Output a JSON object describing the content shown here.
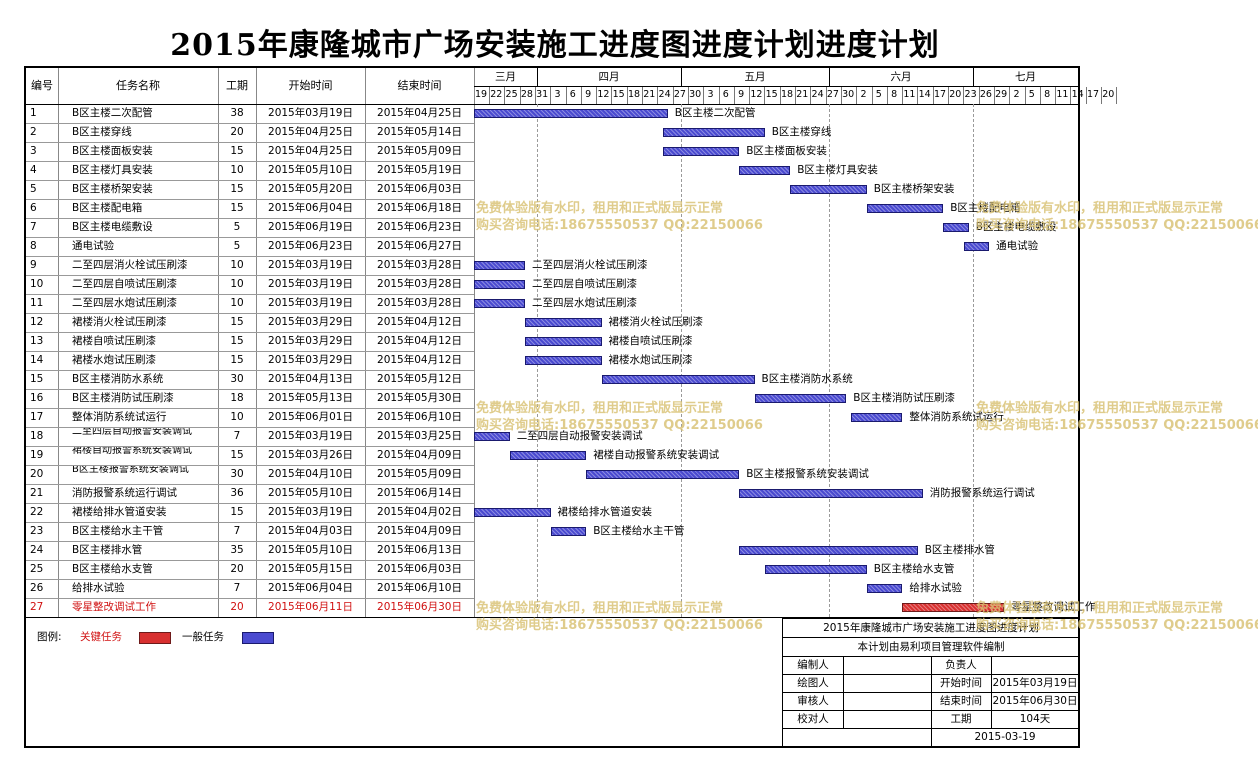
{
  "title": "2015年康隆城市广场安装施工进度图进度计划进度计划",
  "headers": {
    "id": "编号",
    "name": "任务名称",
    "dur": "工期",
    "start": "开始时间",
    "end": "结束时间"
  },
  "months": [
    "三月",
    "四月",
    "五月",
    "六月",
    "七月"
  ],
  "days": [
    "19",
    "22",
    "25",
    "28",
    "31",
    "3",
    "6",
    "9",
    "12",
    "15",
    "18",
    "21",
    "24",
    "27",
    "30",
    "3",
    "6",
    "9",
    "12",
    "15",
    "18",
    "21",
    "24",
    "27",
    "30",
    "2",
    "5",
    "8",
    "11",
    "14",
    "17",
    "20",
    "23",
    "26",
    "29",
    "2",
    "5",
    "8",
    "11",
    "14",
    "17",
    "20"
  ],
  "tasks": [
    {
      "id": "1",
      "name": "B区主楼二次配管",
      "dur": "38",
      "start": "2015年03月19日",
      "end": "2015年04月25日",
      "s": 0,
      "d": 38,
      "crit": false
    },
    {
      "id": "2",
      "name": "B区主楼穿线",
      "dur": "20",
      "start": "2015年04月25日",
      "end": "2015年05月14日",
      "s": 37,
      "d": 20,
      "crit": false
    },
    {
      "id": "3",
      "name": "B区主楼面板安装",
      "dur": "15",
      "start": "2015年04月25日",
      "end": "2015年05月09日",
      "s": 37,
      "d": 15,
      "crit": false
    },
    {
      "id": "4",
      "name": "B区主楼灯具安装",
      "dur": "10",
      "start": "2015年05月10日",
      "end": "2015年05月19日",
      "s": 52,
      "d": 10,
      "crit": false
    },
    {
      "id": "5",
      "name": "B区主楼桥架安装",
      "dur": "15",
      "start": "2015年05月20日",
      "end": "2015年06月03日",
      "s": 62,
      "d": 15,
      "crit": false
    },
    {
      "id": "6",
      "name": "B区主楼配电箱",
      "dur": "15",
      "start": "2015年06月04日",
      "end": "2015年06月18日",
      "s": 77,
      "d": 15,
      "crit": false
    },
    {
      "id": "7",
      "name": "B区主楼电缆敷设",
      "dur": "5",
      "start": "2015年06月19日",
      "end": "2015年06月23日",
      "s": 92,
      "d": 5,
      "crit": false
    },
    {
      "id": "8",
      "name": "通电试验",
      "dur": "5",
      "start": "2015年06月23日",
      "end": "2015年06月27日",
      "s": 96,
      "d": 5,
      "crit": false
    },
    {
      "id": "9",
      "name": "二至四层消火栓试压刷漆",
      "dur": "10",
      "start": "2015年03月19日",
      "end": "2015年03月28日",
      "s": 0,
      "d": 10,
      "crit": false
    },
    {
      "id": "10",
      "name": "二至四层自喷试压刷漆",
      "dur": "10",
      "start": "2015年03月19日",
      "end": "2015年03月28日",
      "s": 0,
      "d": 10,
      "crit": false
    },
    {
      "id": "11",
      "name": "二至四层水炮试压刷漆",
      "dur": "10",
      "start": "2015年03月19日",
      "end": "2015年03月28日",
      "s": 0,
      "d": 10,
      "crit": false
    },
    {
      "id": "12",
      "name": "裙楼消火栓试压刷漆",
      "dur": "15",
      "start": "2015年03月29日",
      "end": "2015年04月12日",
      "s": 10,
      "d": 15,
      "crit": false
    },
    {
      "id": "13",
      "name": "裙楼自喷试压刷漆",
      "dur": "15",
      "start": "2015年03月29日",
      "end": "2015年04月12日",
      "s": 10,
      "d": 15,
      "crit": false
    },
    {
      "id": "14",
      "name": "裙楼水炮试压刷漆",
      "dur": "15",
      "start": "2015年03月29日",
      "end": "2015年04月12日",
      "s": 10,
      "d": 15,
      "crit": false
    },
    {
      "id": "15",
      "name": "B区主楼消防水系统",
      "dur": "30",
      "start": "2015年04月13日",
      "end": "2015年05月12日",
      "s": 25,
      "d": 30,
      "crit": false
    },
    {
      "id": "16",
      "name": "B区主楼消防试压刷漆",
      "dur": "18",
      "start": "2015年05月13日",
      "end": "2015年05月30日",
      "s": 55,
      "d": 18,
      "crit": false
    },
    {
      "id": "17",
      "name": "整体消防系统试运行",
      "dur": "10",
      "start": "2015年06月01日",
      "end": "2015年06月10日",
      "s": 74,
      "d": 10,
      "crit": false
    },
    {
      "id": "18",
      "name": "二至四层自动报警安装调试",
      "dur": "7",
      "start": "2015年03月19日",
      "end": "2015年03月25日",
      "s": 0,
      "d": 7,
      "crit": false
    },
    {
      "id": "19",
      "name": "裙楼自动报警系统安装调试",
      "dur": "15",
      "start": "2015年03月26日",
      "end": "2015年04月09日",
      "s": 7,
      "d": 15,
      "crit": false
    },
    {
      "id": "20",
      "name": "B区主楼报警系统安装调试",
      "dur": "30",
      "start": "2015年04月10日",
      "end": "2015年05月09日",
      "s": 22,
      "d": 30,
      "crit": false
    },
    {
      "id": "21",
      "name": "消防报警系统运行调试",
      "dur": "36",
      "start": "2015年05月10日",
      "end": "2015年06月14日",
      "s": 52,
      "d": 36,
      "crit": false
    },
    {
      "id": "22",
      "name": "裙楼给排水管道安装",
      "dur": "15",
      "start": "2015年03月19日",
      "end": "2015年04月02日",
      "s": 0,
      "d": 15,
      "crit": false
    },
    {
      "id": "23",
      "name": "B区主楼给水主干管",
      "dur": "7",
      "start": "2015年04月03日",
      "end": "2015年04月09日",
      "s": 15,
      "d": 7,
      "crit": false
    },
    {
      "id": "24",
      "name": "B区主楼排水管",
      "dur": "35",
      "start": "2015年05月10日",
      "end": "2015年06月13日",
      "s": 52,
      "d": 35,
      "crit": false
    },
    {
      "id": "25",
      "name": "B区主楼给水支管",
      "dur": "20",
      "start": "2015年05月15日",
      "end": "2015年06月03日",
      "s": 57,
      "d": 20,
      "crit": false
    },
    {
      "id": "26",
      "name": "给排水试验",
      "dur": "7",
      "start": "2015年06月04日",
      "end": "2015年06月10日",
      "s": 77,
      "d": 7,
      "crit": false
    },
    {
      "id": "27",
      "name": "零星整改调试工作",
      "dur": "20",
      "start": "2015年06月11日",
      "end": "2015年06月30日",
      "s": 84,
      "d": 20,
      "crit": true
    }
  ],
  "legend": {
    "label": "图例:",
    "critical": "关键任务",
    "normal": "一般任务",
    "crit_color": "#d83030",
    "normal_color": "#4a4ad0"
  },
  "infobox": {
    "title": "2015年康隆城市广场安装施工进度图进度计划",
    "subtitle": "本计划由易利项目管理软件编制",
    "editor": "编制人",
    "owner": "负责人",
    "drawer": "绘图人",
    "start_label": "开始时间",
    "start_value": "2015年03月19日",
    "reviewer": "审核人",
    "end_label": "结束时间",
    "end_value": "2015年06月30日",
    "checker": "校对人",
    "dur_label": "工期",
    "dur_value": "104天",
    "date": "2015-03-19"
  },
  "watermark": {
    "line1": "免费体验版有水印，租用和正式版显示正常",
    "line2": "购买咨询电话:18675550537 QQ:22150066"
  }
}
